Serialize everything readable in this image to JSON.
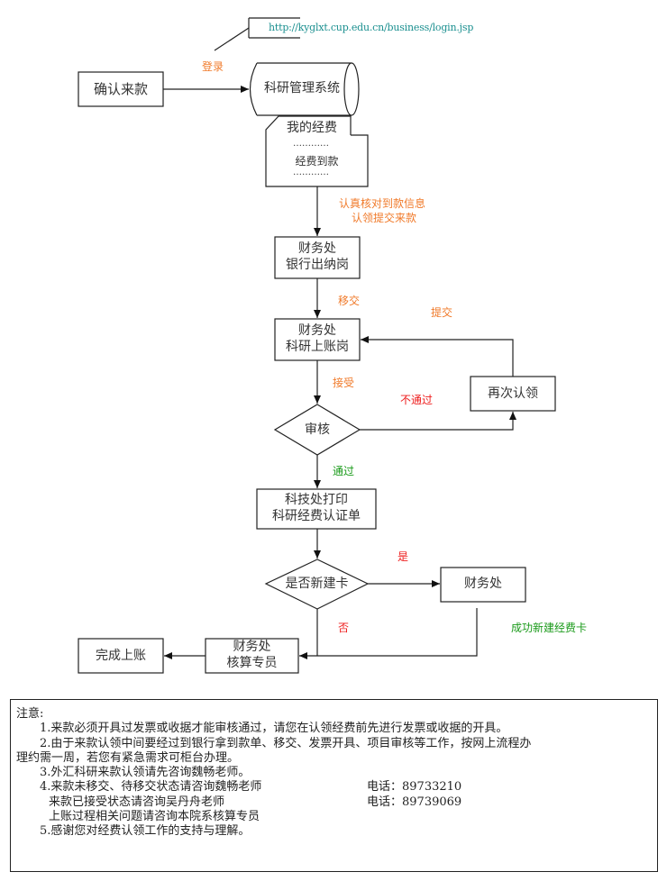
{
  "url_callout": "http://kyglxt.cup.edu.cn/business/login.jsp",
  "nodes": {
    "confirm_payment": "确认来款",
    "research_system": "科研管理系统",
    "my_funds_tab": "我的经费",
    "funds_arrival": "经费到款",
    "dots": "…………",
    "finance_cashier": [
      "财务处",
      "银行出纳岗"
    ],
    "finance_research_posting": [
      "财务处",
      "科研上账岗"
    ],
    "review": "审核",
    "reclaim": "再次认领",
    "print_certificate": [
      "科技处打印",
      "科研经费认证单"
    ],
    "new_card_decision": "是否新建卡",
    "finance_office": "财务处",
    "finance_accountant": [
      "财务处",
      "核算专员"
    ],
    "complete_posting": "完成上账"
  },
  "edge_labels": {
    "login": "登录",
    "verify": [
      "认真核对到款信息",
      "认领提交来款"
    ],
    "transfer": "移交",
    "submit": "提交",
    "accept": "接受",
    "fail": "不通过",
    "pass": "通过",
    "yes": "是",
    "no": "否",
    "card_created": "成功新建经费卡"
  },
  "colors": {
    "orange": "#f07a2a",
    "red": "#ee1c1c",
    "green": "#1a9a1a",
    "url": "#1a8f8f"
  },
  "notes": {
    "title": "注意:",
    "item1": "1.来款必须开具过发票或收据才能审核通过，请您在认领经费前先进行发票或收据的开具。",
    "item2_line1": "2.由于来款认领中间要经过到银行拿到款单、移交、发票开具、项目审核等工作，按网上流程办",
    "item2_line2": "理约需一周，若您有紧急需求可柜台办理。",
    "item3": "3.外汇科研来款认领请先咨询魏畅老师。",
    "item4_line1": "4.来款未移交、待移交状态请咨询魏畅老师",
    "item4_tel1": "电话：89733210",
    "item4_line2": "来款已接受状态请咨询吴丹舟老师",
    "item4_tel2": "电话：89739069",
    "item4_line3": "上账过程相关问题请咨询本院系核算专员",
    "item5": "5.感谢您对经费认领工作的支持与理解。"
  }
}
